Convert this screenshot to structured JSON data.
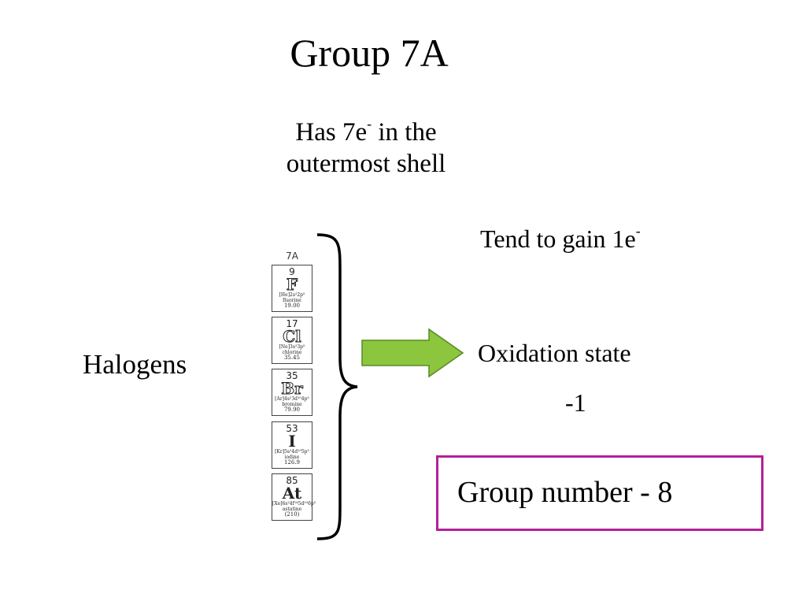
{
  "title": "Group 7A",
  "subtitle": {
    "line1_pre": "Has 7e",
    "line1_sup": "-",
    "line1_post": " in the",
    "line2": "outermost shell"
  },
  "family_label": "Halogens",
  "property_gain": {
    "text": "Tend to gain 1e",
    "sup": "-"
  },
  "oxidation": {
    "label": "Oxidation state",
    "value": "-1"
  },
  "group_number": "Group number - 8",
  "table": {
    "column_label": "7A",
    "elements": [
      {
        "number": "9",
        "symbol": "F",
        "config": "[He]2s²2p⁵",
        "name": "fluorine",
        "mass": "19.00"
      },
      {
        "number": "17",
        "symbol": "Cl",
        "config": "[Ne]3s²3p⁵",
        "name": "chlorine",
        "mass": "35.45"
      },
      {
        "number": "35",
        "symbol": "Br",
        "config": "[Ar]4s²3d¹⁰4p⁵",
        "name": "bromine",
        "mass": "79.90"
      },
      {
        "number": "53",
        "symbol": "I",
        "config": "[Kr]5s²4d¹⁰5p⁵",
        "name": "iodine",
        "mass": "126.9"
      },
      {
        "number": "85",
        "symbol": "At",
        "config": "[Xe]6s²4f¹⁴5d¹⁰6p⁵",
        "name": "astatine",
        "mass": "(210)"
      }
    ]
  },
  "colors": {
    "arrow_fill": "#8cc63f",
    "arrow_stroke": "#5a8a22",
    "box_border": "#b3209a"
  },
  "icons": {
    "brace": "right-curly-brace-icon",
    "arrow": "right-arrow-icon"
  }
}
